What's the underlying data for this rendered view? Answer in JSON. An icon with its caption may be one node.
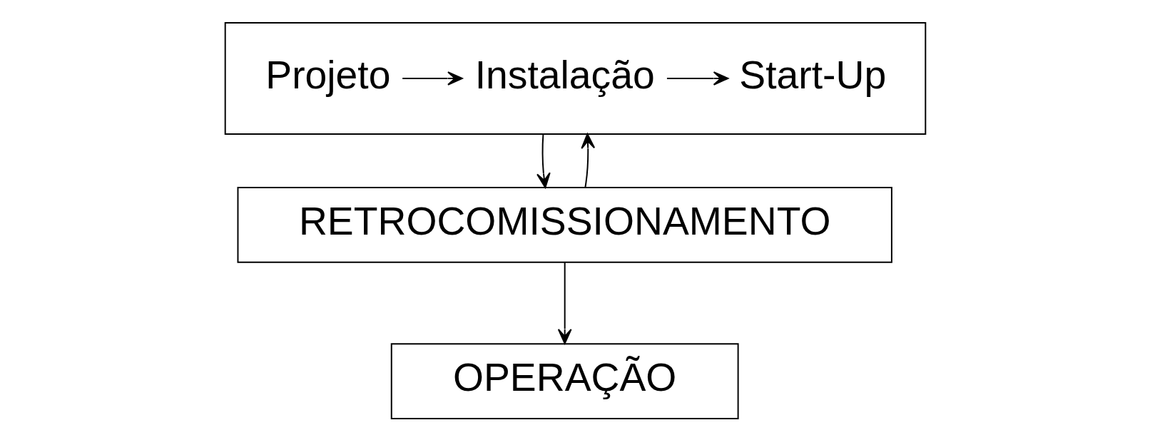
{
  "diagram": {
    "nodes": [
      {
        "text": [],
        "shape": "box"
      },
      {
        "text": [
          "Projeto"
        ],
        "in": 0
      },
      {
        "text": [
          "Instalação"
        ],
        "in": 0
      },
      {
        "text": [
          "Start-Up"
        ],
        "in": 0
      },
      {
        "text": [
          "RETROCOMISSIONAMENTO"
        ]
      },
      {
        "text": [
          "OPERAÇÃO"
        ]
      }
    ],
    "edges": [
      {
        "from": 1,
        "to": 2,
        "arrow": "to"
      },
      {
        "from": 2,
        "to": 3,
        "arrow": "to"
      },
      {
        "from": 0,
        "to": 4,
        "arrow": "to"
      },
      {
        "from": 4,
        "to": 0,
        "arrow": "to"
      },
      {
        "from": 4,
        "to": 5,
        "arrow": "to"
      }
    ]
  }
}
